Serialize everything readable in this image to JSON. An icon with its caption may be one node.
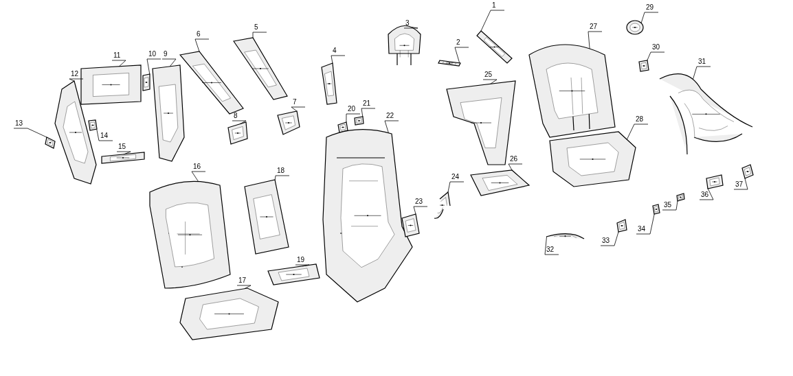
{
  "diagram": {
    "nodes": [
      {
        "text": [
          "1"
        ]
      },
      {
        "text": [
          "2"
        ]
      },
      {
        "text": [
          "3"
        ]
      },
      {
        "text": [
          "4"
        ]
      },
      {
        "text": [
          "5"
        ]
      },
      {
        "text": [
          "6"
        ]
      },
      {
        "text": [
          "7"
        ]
      },
      {
        "text": [
          "8"
        ]
      },
      {
        "text": [
          "9"
        ]
      },
      {
        "text": [
          "10"
        ]
      },
      {
        "text": [
          "11"
        ]
      },
      {
        "text": [
          "12"
        ]
      },
      {
        "text": [
          "13"
        ]
      },
      {
        "text": [
          "14"
        ]
      },
      {
        "text": [
          "15"
        ]
      },
      {
        "text": [
          "16"
        ]
      },
      {
        "text": [
          "17"
        ]
      },
      {
        "text": [
          "18"
        ]
      },
      {
        "text": [
          "19"
        ]
      },
      {
        "text": [
          "20"
        ]
      },
      {
        "text": [
          "21"
        ]
      },
      {
        "text": [
          "22"
        ]
      },
      {
        "text": [
          "23"
        ]
      },
      {
        "text": [
          "24"
        ]
      },
      {
        "text": [
          "25"
        ]
      },
      {
        "text": [
          "26"
        ]
      },
      {
        "text": [
          "27"
        ]
      },
      {
        "text": [
          "28"
        ]
      },
      {
        "text": [
          "29"
        ]
      },
      {
        "text": [
          "30"
        ]
      },
      {
        "text": [
          "31"
        ]
      },
      {
        "text": [
          "32"
        ]
      },
      {
        "text": [
          "33"
        ]
      },
      {
        "text": [
          "34"
        ]
      },
      {
        "text": [
          "35"
        ]
      },
      {
        "text": [
          "36"
        ]
      },
      {
        "text": [
          "37"
        ]
      },
      {
        "text": [],
        "shape": "picture"
      },
      {
        "text": [],
        "shape": "picture"
      },
      {
        "text": [],
        "shape": "picture"
      },
      {
        "text": [],
        "shape": "picture"
      },
      {
        "text": [],
        "shape": "picture"
      },
      {
        "text": [],
        "shape": "picture"
      },
      {
        "text": [],
        "shape": "picture"
      },
      {
        "text": [],
        "shape": "picture"
      },
      {
        "text": [],
        "shape": "picture"
      },
      {
        "text": [],
        "shape": "picture"
      },
      {
        "text": [],
        "shape": "picture"
      },
      {
        "text": [],
        "shape": "picture"
      },
      {
        "text": [],
        "shape": "picture"
      },
      {
        "text": [],
        "shape": "picture"
      },
      {
        "text": [],
        "shape": "picture"
      },
      {
        "text": [],
        "shape": "picture"
      },
      {
        "text": [],
        "shape": "picture"
      },
      {
        "text": [],
        "shape": "picture"
      },
      {
        "text": [],
        "shape": "picture"
      },
      {
        "text": [],
        "shape": "picture"
      },
      {
        "text": [],
        "shape": "picture"
      },
      {
        "text": [],
        "shape": "picture"
      },
      {
        "text": [],
        "shape": "picture"
      },
      {
        "text": [],
        "shape": "picture"
      },
      {
        "text": [],
        "shape": "picture"
      },
      {
        "text": [],
        "shape": "picture"
      },
      {
        "text": [],
        "shape": "picture"
      },
      {
        "text": [],
        "shape": "picture"
      },
      {
        "text": [],
        "shape": "picture"
      },
      {
        "text": [],
        "shape": "picture"
      },
      {
        "text": [],
        "shape": "picture"
      },
      {
        "text": [],
        "shape": "picture"
      },
      {
        "text": [],
        "shape": "picture"
      },
      {
        "text": [],
        "shape": "picture"
      },
      {
        "text": [],
        "shape": "picture"
      },
      {
        "text": [],
        "shape": "picture"
      },
      {
        "text": [],
        "shape": "picture"
      }
    ],
    "edges": [
      {
        "from": 0,
        "to": 37,
        "arrow": "none"
      },
      {
        "from": 1,
        "to": 38,
        "arrow": "none"
      },
      {
        "from": 2,
        "to": 39,
        "arrow": "none"
      },
      {
        "from": 3,
        "to": 40,
        "arrow": "none"
      },
      {
        "from": 4,
        "to": 41,
        "arrow": "none"
      },
      {
        "from": 5,
        "to": 42,
        "arrow": "none"
      },
      {
        "from": 6,
        "to": 43,
        "arrow": "none"
      },
      {
        "from": 7,
        "to": 44,
        "arrow": "none"
      },
      {
        "from": 8,
        "to": 45,
        "arrow": "none"
      },
      {
        "from": 9,
        "to": 46,
        "arrow": "none"
      },
      {
        "from": 10,
        "to": 47,
        "arrow": "none"
      },
      {
        "from": 11,
        "to": 48,
        "arrow": "none"
      },
      {
        "from": 12,
        "to": 49,
        "arrow": "none"
      },
      {
        "from": 13,
        "to": 50,
        "arrow": "none"
      },
      {
        "from": 14,
        "to": 51,
        "arrow": "none"
      },
      {
        "from": 15,
        "to": 52,
        "arrow": "none"
      },
      {
        "from": 16,
        "to": 53,
        "arrow": "none"
      },
      {
        "from": 17,
        "to": 54,
        "arrow": "none"
      },
      {
        "from": 18,
        "to": 55,
        "arrow": "none"
      },
      {
        "from": 19,
        "to": 56,
        "arrow": "none"
      },
      {
        "from": 20,
        "to": 57,
        "arrow": "none"
      },
      {
        "from": 21,
        "to": 58,
        "arrow": "none"
      },
      {
        "from": 22,
        "to": 59,
        "arrow": "none"
      },
      {
        "from": 23,
        "to": 60,
        "arrow": "none"
      },
      {
        "from": 24,
        "to": 61,
        "arrow": "none"
      },
      {
        "from": 25,
        "to": 62,
        "arrow": "none"
      },
      {
        "from": 26,
        "to": 63,
        "arrow": "none"
      },
      {
        "from": 27,
        "to": 64,
        "arrow": "none"
      },
      {
        "from": 28,
        "to": 65,
        "arrow": "none"
      },
      {
        "from": 29,
        "to": 66,
        "arrow": "none"
      },
      {
        "from": 30,
        "to": 67,
        "arrow": "none"
      },
      {
        "from": 31,
        "to": 68,
        "arrow": "none"
      },
      {
        "from": 32,
        "to": 69,
        "arrow": "none"
      },
      {
        "from": 33,
        "to": 70,
        "arrow": "none"
      },
      {
        "from": 34,
        "to": 71,
        "arrow": "none"
      },
      {
        "from": 35,
        "to": 72,
        "arrow": "none"
      },
      {
        "from": 36,
        "to": 73,
        "arrow": "none"
      }
    ]
  }
}
